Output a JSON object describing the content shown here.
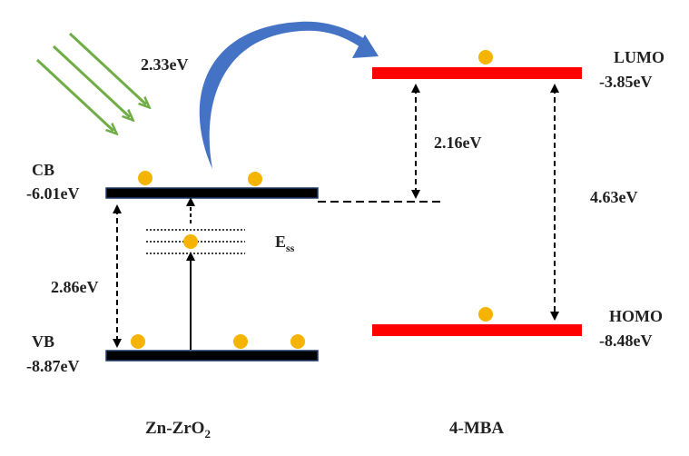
{
  "colors": {
    "zn_band": "#000000",
    "zn_band_edge": "#1f3864",
    "mba_band": "#ff0000",
    "electron": "#f5b400",
    "light_arrows": "#70ad47",
    "transfer_arrow": "#4472c4",
    "dashed": "#000000"
  },
  "light": {
    "energy_label": "2.33eV"
  },
  "zn_zro2": {
    "name_prefix": "Zn-ZrO",
    "name_sub": "2",
    "cb_label": "CB",
    "cb_energy": "-6.01eV",
    "vb_label": "VB",
    "vb_energy": "-8.87eV",
    "gap": "2.86eV",
    "surface_state_main": "E",
    "surface_state_sub": "ss"
  },
  "mba": {
    "name": "4-MBA",
    "lumo_label": "LUMO",
    "lumo_energy": "-3.85eV",
    "homo_label": "HOMO",
    "homo_energy": "-8.48eV",
    "gap": "4.63eV",
    "cb_to_lumo_gap": "2.16eV"
  },
  "icons": {
    "electron": "circle-dot",
    "light": "diagonal-arrows",
    "transfer": "curved-arrow"
  }
}
